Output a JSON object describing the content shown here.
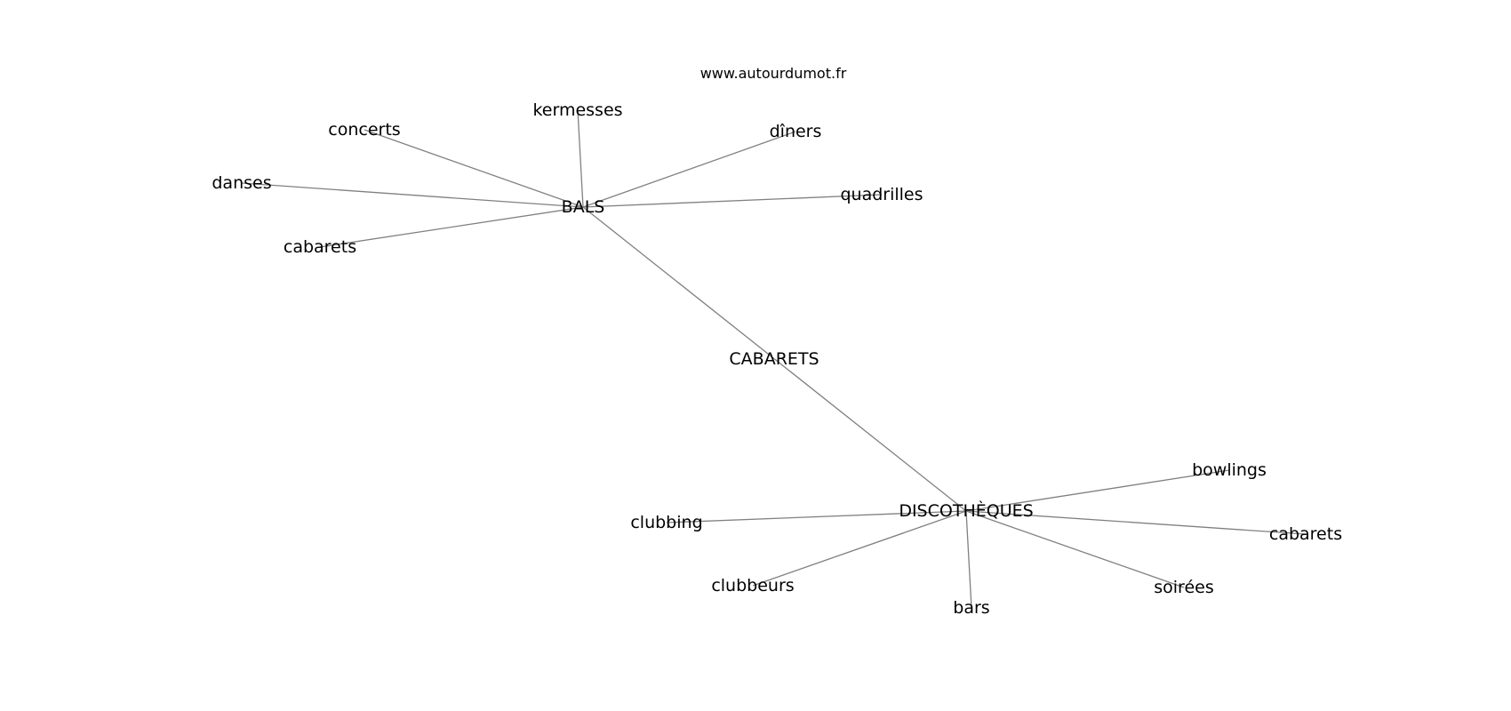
{
  "source_text": "www.autourdumot.fr",
  "graph": {
    "center": {
      "id": "cabarets-center",
      "label": "CABARETS"
    },
    "hubs": [
      {
        "id": "bals",
        "label": "BALS",
        "neighbors": [
          {
            "id": "kermesses",
            "label": "kermesses"
          },
          {
            "id": "concerts",
            "label": "concerts"
          },
          {
            "id": "diners",
            "label": "dîners"
          },
          {
            "id": "danses",
            "label": "danses"
          },
          {
            "id": "quadrilles",
            "label": "quadrilles"
          },
          {
            "id": "cabarets-1",
            "label": "cabarets"
          }
        ]
      },
      {
        "id": "discotheques",
        "label": "DISCOTHÈQUES",
        "neighbors": [
          {
            "id": "bowlings",
            "label": "bowlings"
          },
          {
            "id": "clubbing",
            "label": "clubbing"
          },
          {
            "id": "cabarets-2",
            "label": "cabarets"
          },
          {
            "id": "clubbeurs",
            "label": "clubbeurs"
          },
          {
            "id": "soirees",
            "label": "soirées"
          },
          {
            "id": "bars",
            "label": "bars"
          }
        ]
      }
    ],
    "edges": [
      [
        "bals",
        "discotheques"
      ],
      [
        "bals",
        "kermesses"
      ],
      [
        "bals",
        "concerts"
      ],
      [
        "bals",
        "diners"
      ],
      [
        "bals",
        "danses"
      ],
      [
        "bals",
        "quadrilles"
      ],
      [
        "bals",
        "cabarets-1"
      ],
      [
        "discotheques",
        "bowlings"
      ],
      [
        "discotheques",
        "clubbing"
      ],
      [
        "discotheques",
        "cabarets-2"
      ],
      [
        "discotheques",
        "clubbeurs"
      ],
      [
        "discotheques",
        "soirees"
      ],
      [
        "discotheques",
        "bars"
      ]
    ]
  }
}
